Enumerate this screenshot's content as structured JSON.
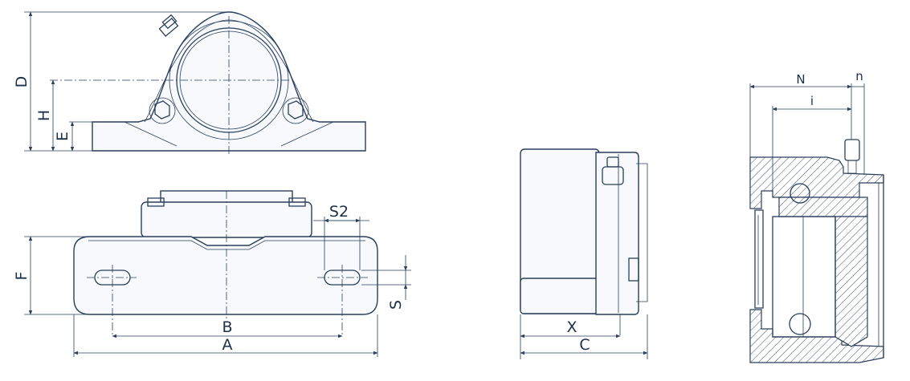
{
  "labels": {
    "D": "D",
    "H": "H",
    "E": "E",
    "F": "F",
    "S2": "S2",
    "S": "S",
    "B": "B",
    "A": "A",
    "X": "X",
    "C": "C",
    "N": "N",
    "n": "n",
    "i": "i"
  }
}
